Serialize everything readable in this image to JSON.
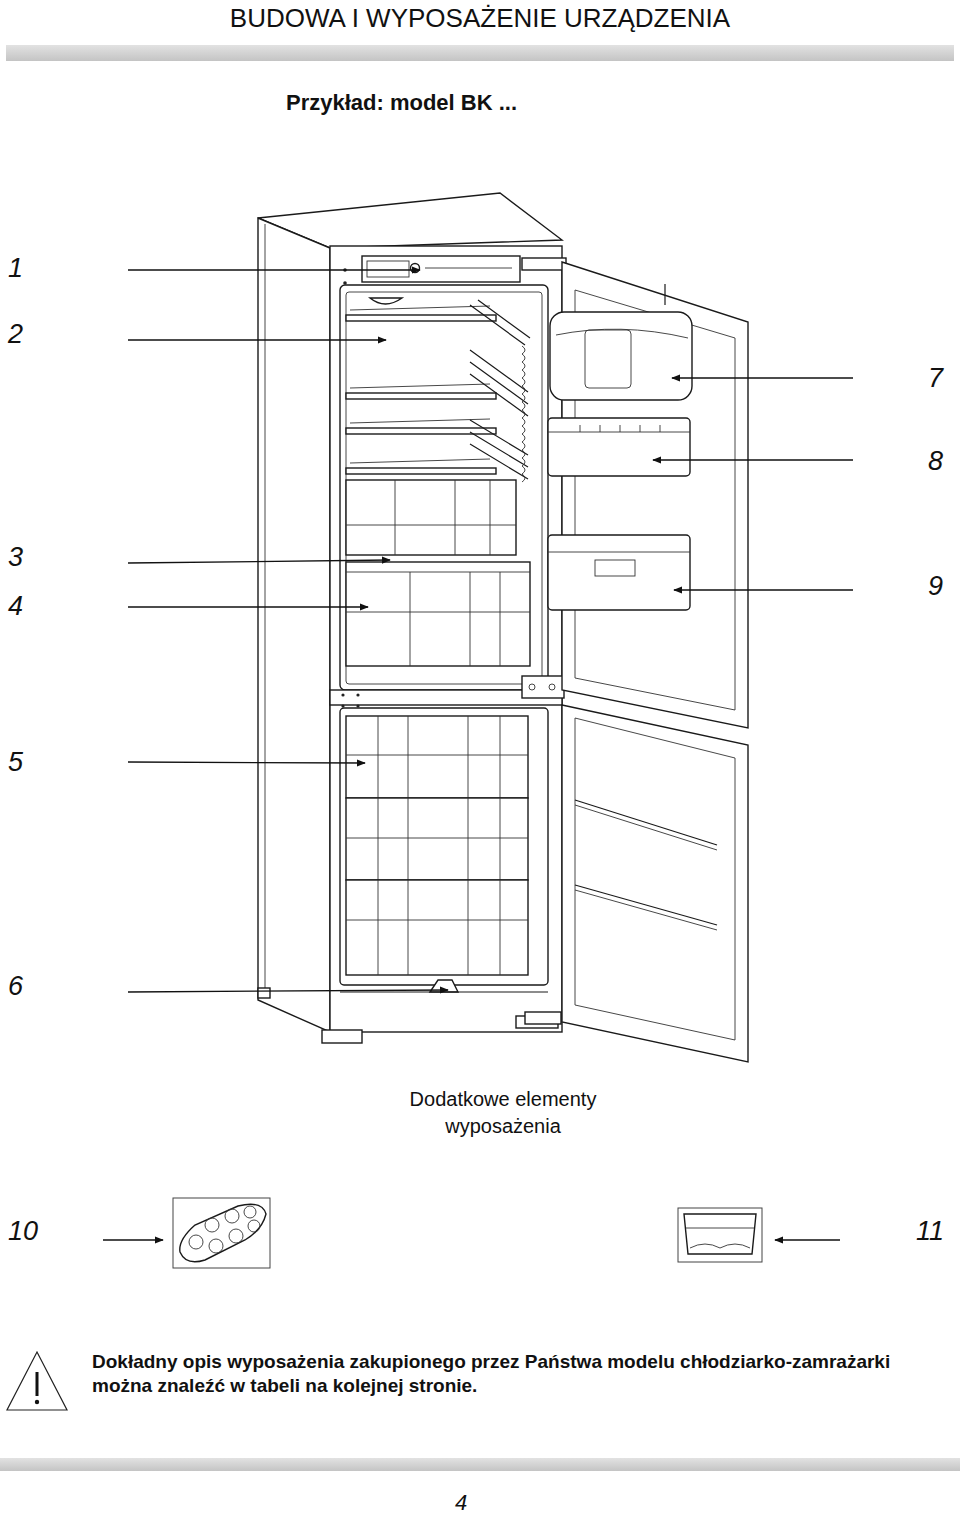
{
  "diagram": {
    "title": "BUDOWA I WYPOSAŻENIE URZĄDZENIA",
    "labels": [
      "Przykład: model BK ...",
      "1",
      "2",
      "7",
      "8",
      "3",
      "9",
      "4",
      "5",
      "6",
      "Dodatkowe elementy wyposażenia",
      "10",
      "11",
      "Dokładny opis wyposażenia zakupionego przez Państwa modelu chłodziarko-zamrażarki można znaleźć w tabeli na kolejnej stronie.",
      "4"
    ]
  }
}
